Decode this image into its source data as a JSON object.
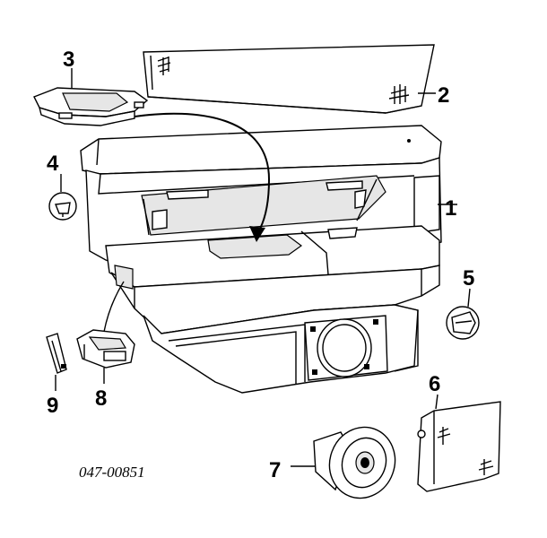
{
  "diagram": {
    "part_number": "047-00851",
    "callouts": [
      "1",
      "2",
      "3",
      "4",
      "5",
      "6",
      "7",
      "8",
      "9"
    ]
  }
}
